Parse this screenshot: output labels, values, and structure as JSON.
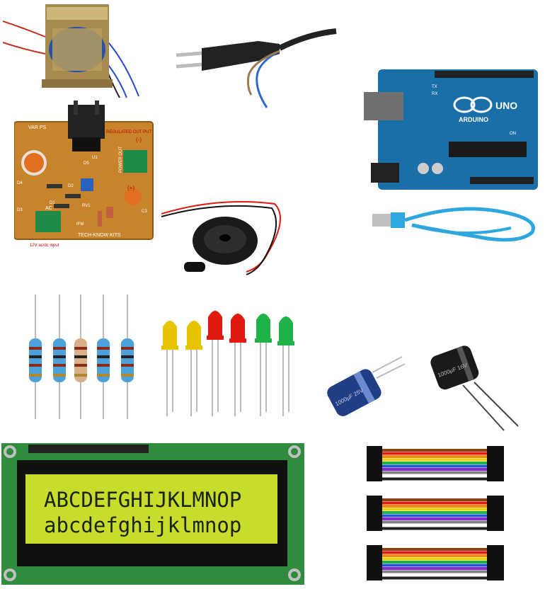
{
  "pcb": {
    "brand": "TECH-KNOW KITS",
    "title": "VAR PS",
    "out_label": "REGULATED OUT PUT",
    "minus": "(-)",
    "plus": "(+)",
    "power_label": "POWER OUT",
    "input_label": "12V ac/dc input",
    "ac_label": "AC",
    "u1": "U1",
    "d1": "D1",
    "d2": "D2",
    "d3": "D3",
    "d4": "D4",
    "d5": "D5",
    "rv1": "RV1",
    "ifm": "IFM",
    "c3": "C3"
  },
  "arduino": {
    "logo_text": "ARDUINO",
    "model": "UNO",
    "on_label": "ON",
    "tx_label": "TX",
    "rx_label": "RX"
  },
  "lcd": {
    "line1": "ABCDEFGHIJKLMNOP",
    "line2": "abcdefghijklmnop"
  },
  "capacitor": {
    "small_marking": "1000µF 25V",
    "large_marking": "1000µF 16V"
  },
  "colors": {
    "pcb": "#c8842a",
    "arduino": "#1b6fa8",
    "lcd_screen": "#c8dc2c",
    "lcd_board": "#2f8c3c",
    "cable": "#2ea6e0",
    "led_yellow": "#e8c400",
    "led_red": "#e01a10",
    "led_green": "#1fb34a",
    "resistor": "#4ea0d8"
  }
}
